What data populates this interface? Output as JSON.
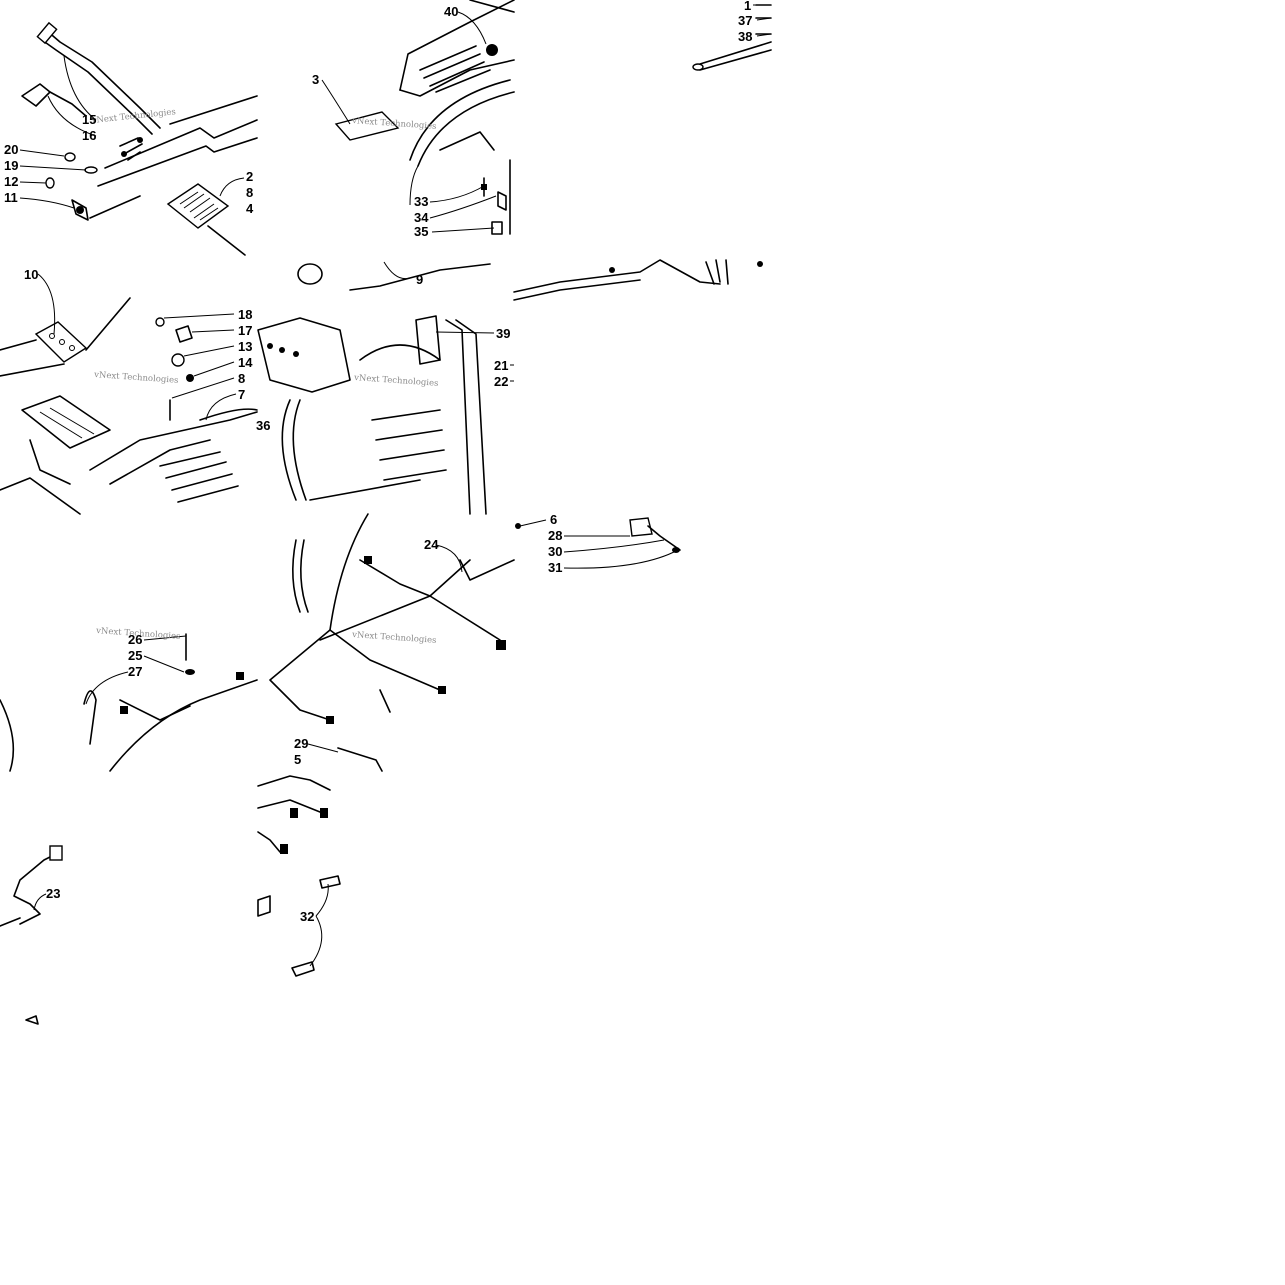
{
  "watermark": "vNext Technologies",
  "callouts": [
    {
      "id": "c1",
      "label": "1"
    },
    {
      "id": "c37",
      "label": "37"
    },
    {
      "id": "c38",
      "label": "38"
    },
    {
      "id": "c40",
      "label": "40"
    },
    {
      "id": "c3",
      "label": "3"
    },
    {
      "id": "c15",
      "label": "15"
    },
    {
      "id": "c16",
      "label": "16"
    },
    {
      "id": "c20",
      "label": "20"
    },
    {
      "id": "c19",
      "label": "19"
    },
    {
      "id": "c12",
      "label": "12"
    },
    {
      "id": "c11",
      "label": "11"
    },
    {
      "id": "c2",
      "label": "2"
    },
    {
      "id": "c8a",
      "label": "8"
    },
    {
      "id": "c4",
      "label": "4"
    },
    {
      "id": "c33",
      "label": "33"
    },
    {
      "id": "c34",
      "label": "34"
    },
    {
      "id": "c35",
      "label": "35"
    },
    {
      "id": "c10",
      "label": "10"
    },
    {
      "id": "c9",
      "label": "9"
    },
    {
      "id": "c18",
      "label": "18"
    },
    {
      "id": "c17",
      "label": "17"
    },
    {
      "id": "c13",
      "label": "13"
    },
    {
      "id": "c14",
      "label": "14"
    },
    {
      "id": "c8b",
      "label": "8"
    },
    {
      "id": "c7",
      "label": "7"
    },
    {
      "id": "c39",
      "label": "39"
    },
    {
      "id": "c21",
      "label": "21"
    },
    {
      "id": "c22",
      "label": "22"
    },
    {
      "id": "c36",
      "label": "36"
    },
    {
      "id": "c6",
      "label": "6"
    },
    {
      "id": "c28",
      "label": "28"
    },
    {
      "id": "c30",
      "label": "30"
    },
    {
      "id": "c31",
      "label": "31"
    },
    {
      "id": "c24",
      "label": "24"
    },
    {
      "id": "c26",
      "label": "26"
    },
    {
      "id": "c25",
      "label": "25"
    },
    {
      "id": "c27",
      "label": "27"
    },
    {
      "id": "c29",
      "label": "29"
    },
    {
      "id": "c5",
      "label": "5"
    },
    {
      "id": "c23",
      "label": "23"
    },
    {
      "id": "c32",
      "label": "32"
    }
  ]
}
